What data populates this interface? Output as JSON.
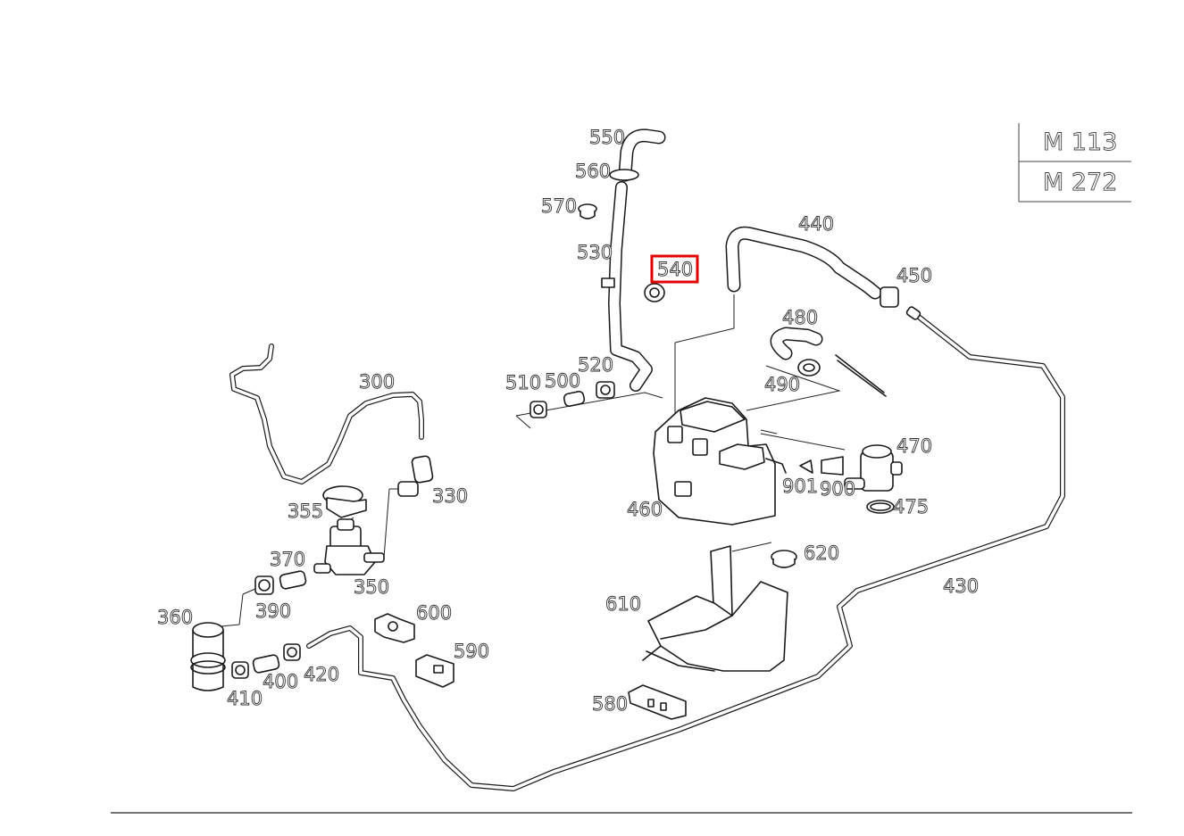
{
  "models": [
    "M 113",
    "M 272"
  ],
  "highlight_color": "#e00000",
  "callouts": {
    "c300": "300",
    "c330": "330",
    "c350": "350",
    "c355": "355",
    "c360": "360",
    "c370": "370",
    "c390": "390",
    "c400": "400",
    "c410": "410",
    "c420": "420",
    "c430": "430",
    "c440": "440",
    "c450": "450",
    "c460": "460",
    "c470": "470",
    "c475": "475",
    "c480": "480",
    "c490": "490",
    "c500": "500",
    "c510": "510",
    "c520": "520",
    "c530": "530",
    "c540": "540",
    "c550": "550",
    "c560": "560",
    "c570": "570",
    "c580": "580",
    "c590": "590",
    "c600": "600",
    "c610": "610",
    "c620": "620",
    "c900": "900",
    "c901": "901"
  }
}
